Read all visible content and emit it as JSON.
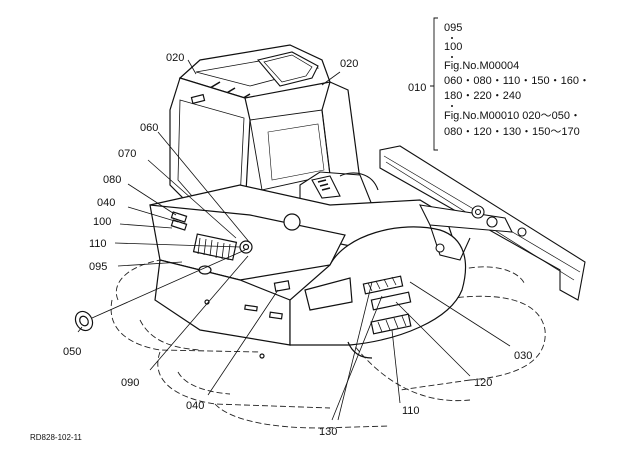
{
  "diagram": {
    "callouts": {
      "c020_left": "020",
      "c020_right": "020",
      "c060": "060",
      "c070": "070",
      "c080": "080",
      "c040_left": "040",
      "c100": "100",
      "c110_left": "110",
      "c095": "095",
      "c050": "050",
      "c090": "090",
      "c040_bottom": "040",
      "c130": "130",
      "c110_bottom": "110",
      "c120": "120",
      "c030": "030"
    },
    "reference_group": {
      "label": "010",
      "lines": [
        "095",
        "100",
        "Fig.No.M00004",
        "060・080・110・150・160・",
        "180・220・240",
        "Fig.No.M00010  020～050・",
        "080・120・130・150～170"
      ]
    },
    "document_code": "RD828-102-11",
    "colors": {
      "ink": "#111111",
      "background": "#ffffff"
    }
  }
}
